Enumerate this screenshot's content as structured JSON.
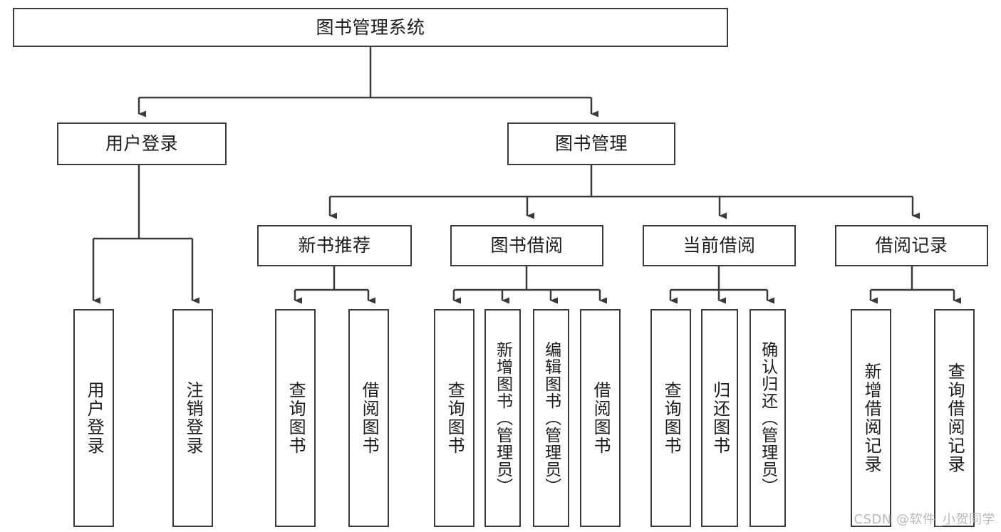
{
  "diagram": {
    "title": "图书管理系统",
    "type": "tree-hierarchy-chart",
    "watermark": "CSDN @软件_小贺同学",
    "colors": {
      "background": "#ffffff",
      "box_border": "#3a3a3a",
      "box_fill": "#ffffff",
      "connector": "#3a3a3a",
      "text": "#1c1c1c",
      "watermark": "#b9b9b9"
    },
    "levels": {
      "root": {
        "label": "图书管理系统"
      },
      "level2": [
        {
          "id": "user-login",
          "label": "用户登录"
        },
        {
          "id": "book-manage",
          "label": "图书管理"
        }
      ],
      "level3": [
        {
          "id": "new-book-recommend",
          "label": "新书推荐",
          "parent": "book-manage"
        },
        {
          "id": "book-borrow",
          "label": "图书借阅",
          "parent": "book-manage"
        },
        {
          "id": "current-borrow",
          "label": "当前借阅",
          "parent": "book-manage"
        },
        {
          "id": "borrow-record",
          "label": "借阅记录",
          "parent": "book-manage"
        }
      ],
      "leaves": [
        {
          "id": "leaf-user-login",
          "label": "用户登录",
          "parent": "user-login"
        },
        {
          "id": "leaf-logout",
          "label": "注销登录",
          "parent": "user-login"
        },
        {
          "id": "leaf-query-book-1",
          "label": "查询图书",
          "parent": "new-book-recommend"
        },
        {
          "id": "leaf-borrow-book-1",
          "label": "借阅图书",
          "parent": "new-book-recommend"
        },
        {
          "id": "leaf-query-book-2",
          "label": "查询图书",
          "parent": "book-borrow"
        },
        {
          "id": "leaf-add-book",
          "label": "新增图书（管理员）",
          "parent": "book-borrow"
        },
        {
          "id": "leaf-edit-book",
          "label": "编辑图书（管理员）",
          "parent": "book-borrow"
        },
        {
          "id": "leaf-borrow-book-2",
          "label": "借阅图书",
          "parent": "book-borrow"
        },
        {
          "id": "leaf-query-book-3",
          "label": "查询图书",
          "parent": "current-borrow"
        },
        {
          "id": "leaf-return-book",
          "label": "归还图书",
          "parent": "current-borrow"
        },
        {
          "id": "leaf-confirm-return",
          "label": "确认归还（管理员）",
          "parent": "current-borrow"
        },
        {
          "id": "leaf-add-record",
          "label": "新增借阅记录",
          "parent": "borrow-record"
        },
        {
          "id": "leaf-query-record",
          "label": "查询借阅记录",
          "parent": "borrow-record"
        }
      ]
    }
  }
}
